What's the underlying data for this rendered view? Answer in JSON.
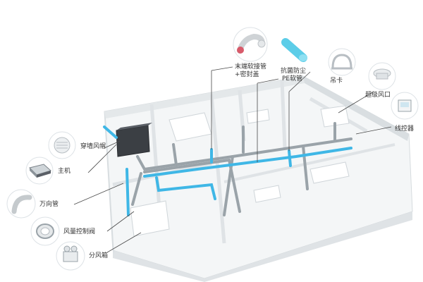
{
  "diagram": {
    "components": {
      "wall_vent": "穿墙风帽",
      "main_unit": "主机",
      "elbow_pipe": "万向管",
      "airflow_valve": "风量控制阀",
      "splitter_box": "分风箱",
      "end_soft_pipe_line1": "末端软接管",
      "end_soft_pipe_line2": "+密封盖",
      "pe_hose_line1": "抗菌防尘",
      "pe_hose_line2": "PE软管",
      "hanger_clip": "吊卡",
      "ceiling_vent": "超级风口",
      "controller": "线控器"
    },
    "colors": {
      "duct_blue": "#3fb7e6",
      "duct_grey": "#9aa3a9",
      "wall": "#e9ecee",
      "leader": "#4a4a4a",
      "accent_pink": "#d85a6a"
    }
  }
}
